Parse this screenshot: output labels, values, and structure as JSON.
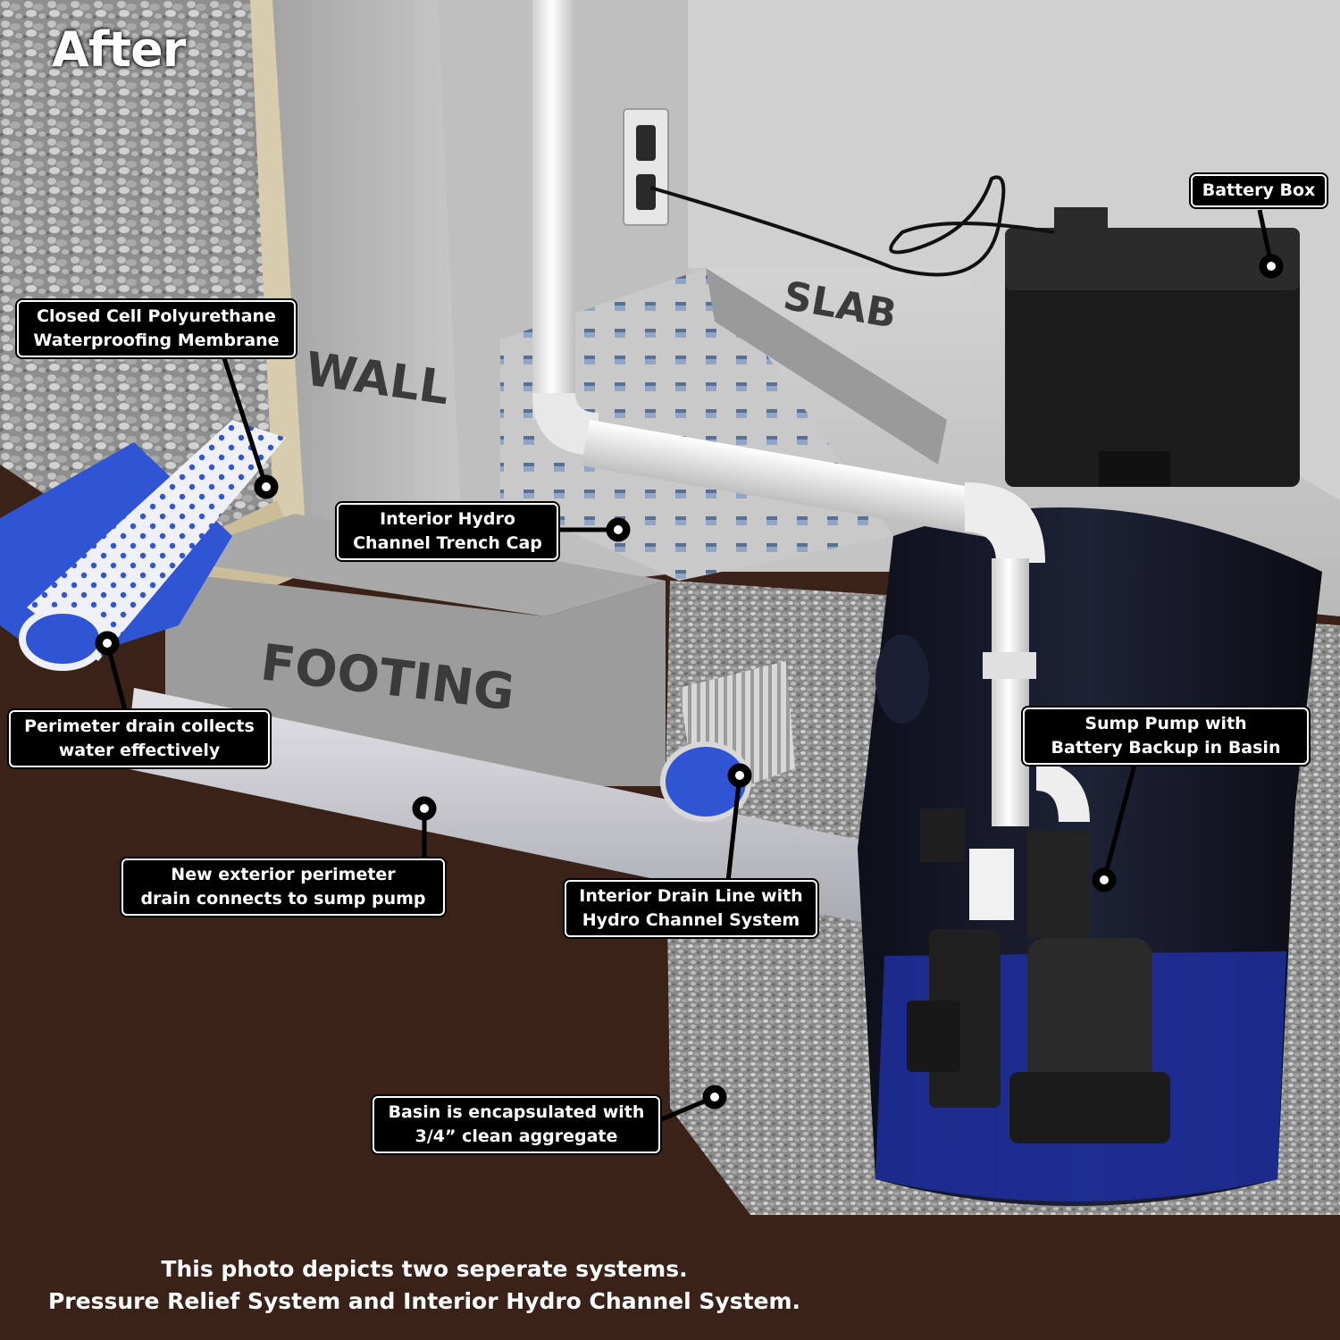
{
  "title": "After",
  "structure_labels": {
    "wall": "WALL",
    "slab": "SLAB",
    "footing": "FOOTING"
  },
  "callouts": {
    "battery_box": "Battery Box",
    "membrane": [
      "Closed Cell Polyurethane",
      "Waterproofing Membrane"
    ],
    "trench_cap": [
      "Interior Hydro",
      "Channel Trench Cap"
    ],
    "sump_pump": [
      "Sump Pump with",
      "Battery Backup in Basin"
    ],
    "perimeter_drain": [
      "Perimeter drain collects",
      "water effectively"
    ],
    "exterior_drain": [
      "New exterior perimeter",
      "drain connects to sump pump"
    ],
    "interior_drain": [
      "Interior Drain Line with",
      "Hydro Channel System"
    ],
    "basin": [
      "Basin is encapsulated with",
      "3/4” clean aggregate"
    ]
  },
  "caption": [
    "This photo depicts two seperate systems.",
    "Pressure Relief System and Interior Hydro Channel System."
  ],
  "colors": {
    "soil": "#3a2219",
    "concrete": "#bdbdbd",
    "gravel": "#9a9a9a",
    "basin": "#111426",
    "water": "#1f2fa0",
    "pipe": "#f2f2f2",
    "drain_blue": "#2f55d4"
  }
}
